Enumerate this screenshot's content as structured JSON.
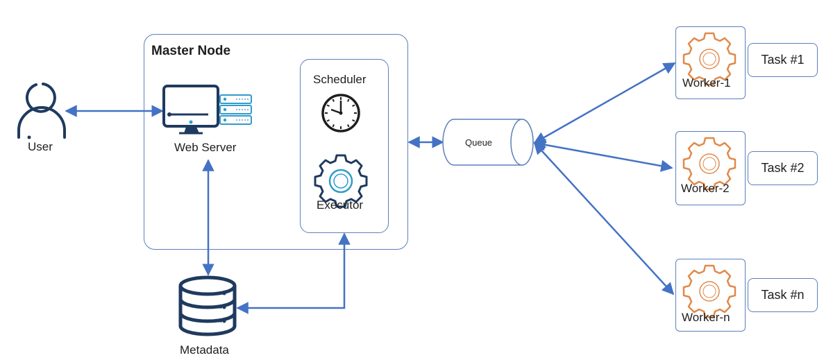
{
  "master_node": {
    "title": "Master Node"
  },
  "user": {
    "label": "User"
  },
  "web_server": {
    "label": "Web Server"
  },
  "scheduler": {
    "label": "Scheduler"
  },
  "executor": {
    "label": "Executor"
  },
  "metadata": {
    "label": "Metadata"
  },
  "queue": {
    "label": "Queue"
  },
  "workers": [
    {
      "label": "Worker-1",
      "task": "Task #1"
    },
    {
      "label": "Worker-2",
      "task": "Task #2"
    },
    {
      "label": "Worker-n",
      "task": "Task #n"
    }
  ],
  "colors": {
    "line": "#4472c4",
    "icon_dark": "#1f3a5f",
    "gear_worker": "#e08a4a",
    "gear_exec": "#2f9ccb",
    "box_border": "#5b7fbd"
  }
}
